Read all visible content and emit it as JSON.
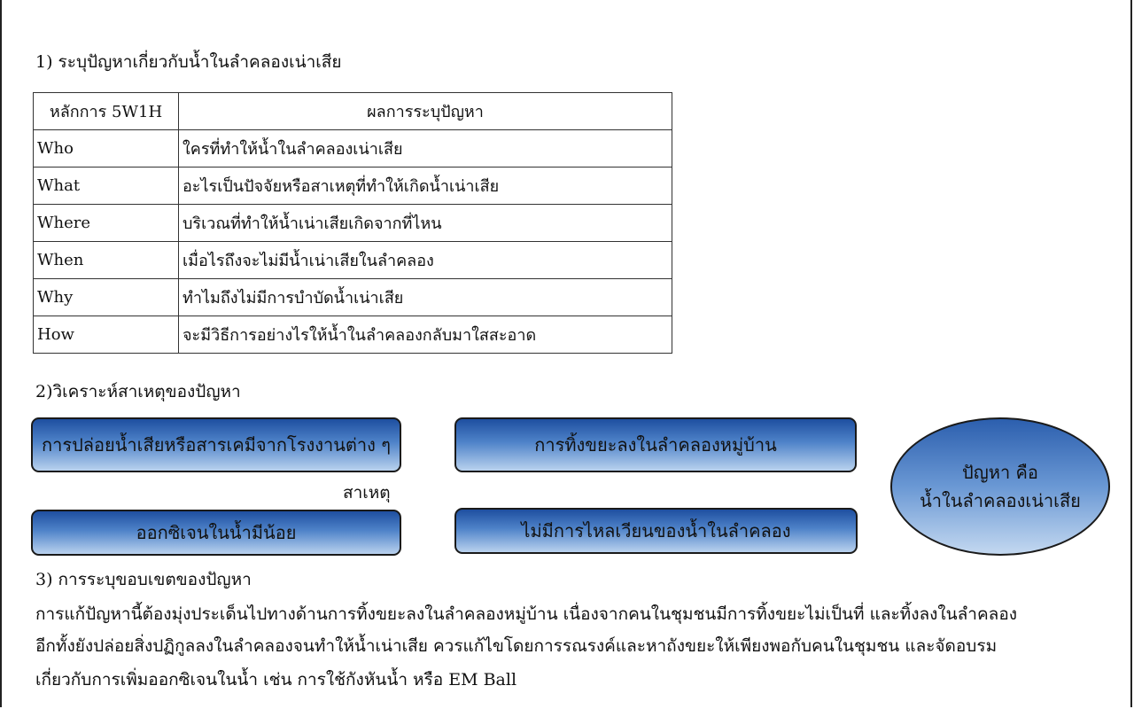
{
  "section1": {
    "heading": "1) ระบุปัญหาเกี่ยวกับน้ำในลำคลองเน่าเสีย",
    "table": {
      "headers": [
        "หลักการ 5W1H",
        "ผลการระบุปัญหา"
      ],
      "rows": [
        {
          "key": "Who",
          "value": "ใครที่ทำให้น้ำในลำคลองเน่าเสีย"
        },
        {
          "key": "What",
          "value": "อะไรเป็นปัจจัยหรือสาเหตุที่ทำให้เกิดน้ำเน่าเสีย"
        },
        {
          "key": "Where",
          "value": "บริเวณที่ทำให้น้ำเน่าเสียเกิดจากที่ไหน"
        },
        {
          "key": "When",
          "value": "เมื่อไรถึงจะไม่มีน้ำเน่าเสียในลำคลอง"
        },
        {
          "key": "Why",
          "value": "ทำไมถึงไม่มีการบำบัดน้ำเน่าเสีย"
        },
        {
          "key": "How",
          "value": "จะมีวิธีการอย่างไรให้น้ำในลำคลองกลับมาใสสะอาด"
        }
      ]
    }
  },
  "section2": {
    "heading": "2)วิเคราะห์สาเหตุของปัญหา",
    "causes": [
      "การปล่อยน้ำเสียหรือสารเคมีจากโรงงานต่าง ๆ",
      "การทิ้งขยะลงในลำคลองหมู่บ้าน",
      "ออกซิเจนในน้ำมีน้อย",
      "ไม่มีการไหลเวียนของน้ำในลำคลอง"
    ],
    "cause_label": "สาเหตุ",
    "problem": {
      "line1": "ปัญหา คือ",
      "line2": "น้ำในลำคลองเน่าเสีย"
    },
    "colors": {
      "box_top": "#1e4fa0",
      "box_bottom": "#b9d2ee"
    }
  },
  "section3": {
    "heading": "3) การระบุขอบเขตของปัญหา",
    "lines": [
      "การแก้ปัญหานี้ต้องมุ่งประเด็นไปทางด้านการทิ้งขยะลงในลำคลองหมู่บ้าน เนื่องจากคนในชุมชนมีการทิ้งขยะไม่เป็นที่ และทิ้งลงในลำคลอง",
      "อีกทั้งยังปล่อยสิ่งปฏิกูลลงในลำคลองจนทำให้น้ำเน่าเสีย ควรแก้ไขโดยการรณรงค์และหาถังขยะให้เพียงพอกับคนในชุมชน และจัดอบรม",
      "เกี่ยวกับการเพิ่มออกซิเจนในน้ำ เช่น การใช้กังหันน้ำ หรือ EM Ball"
    ]
  }
}
